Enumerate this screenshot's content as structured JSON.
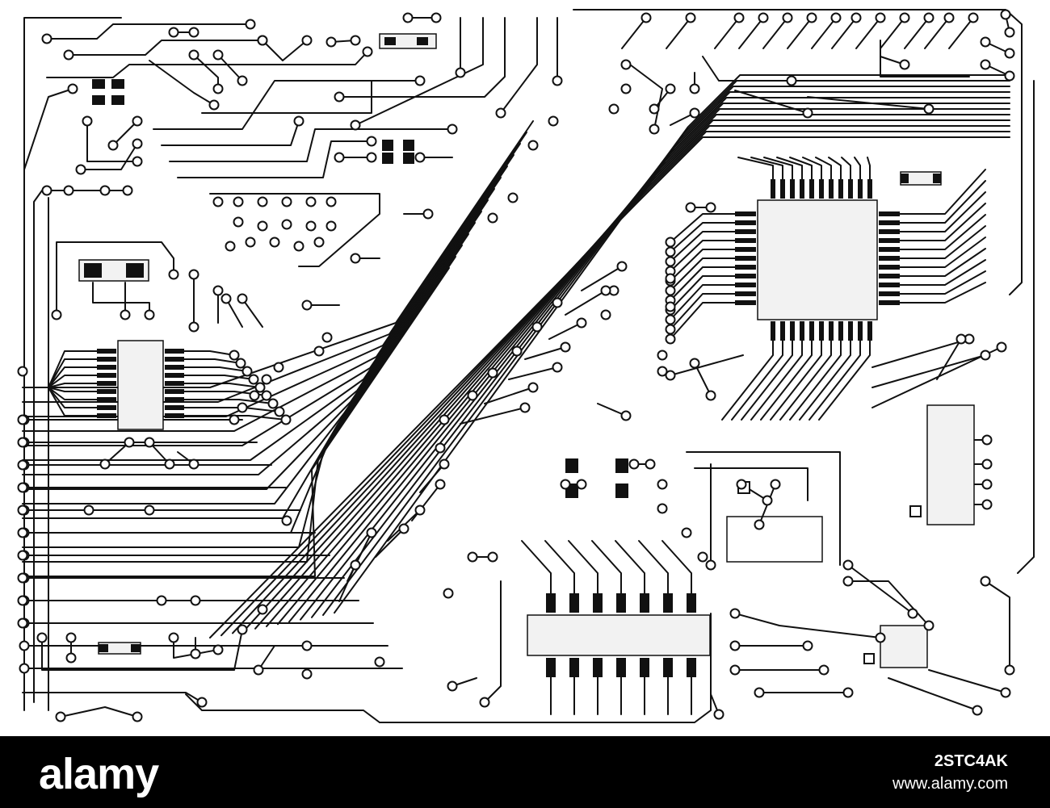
{
  "image": {
    "subject": "circuit board",
    "colors": {
      "background": "#ffffff",
      "trace": "#111111",
      "pad_fill": "#ffffff",
      "chip_body": "#f2f2f2",
      "watermark_bar": "#000000"
    }
  },
  "watermark": {
    "logo_text": "alamy",
    "image_id": "2STC4AK",
    "site": "www.alamy.com"
  }
}
